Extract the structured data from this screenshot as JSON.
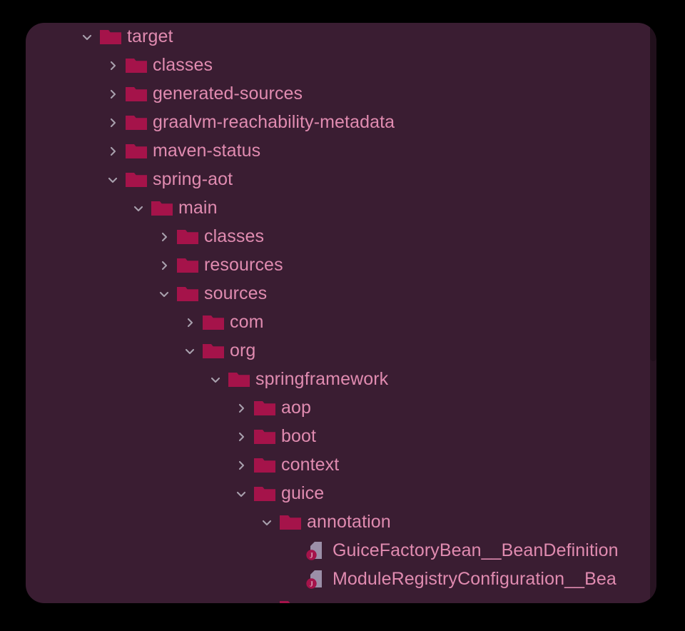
{
  "panel": {
    "name": "project-file-tree",
    "background_color": "#3a1d32",
    "page_background_color": "#000000",
    "folder_icon_color": "#a5134a",
    "text_color": "#e08bb0",
    "chevron_color": "#a8a0ad",
    "java_icon_page_color": "#9b8fa8",
    "java_icon_badge_color": "#a5134a",
    "java_icon_letter": "J"
  },
  "tree": {
    "rows": [
      {
        "label": "target",
        "depth": 0,
        "icon": "folder-icon",
        "state": "expanded"
      },
      {
        "label": "classes",
        "depth": 1,
        "icon": "folder-icon",
        "state": "collapsed"
      },
      {
        "label": "generated-sources",
        "depth": 1,
        "icon": "folder-icon",
        "state": "collapsed"
      },
      {
        "label": "graalvm-reachability-metadata",
        "depth": 1,
        "icon": "folder-icon",
        "state": "collapsed"
      },
      {
        "label": "maven-status",
        "depth": 1,
        "icon": "folder-icon",
        "state": "collapsed"
      },
      {
        "label": "spring-aot",
        "depth": 1,
        "icon": "folder-icon",
        "state": "expanded"
      },
      {
        "label": "main",
        "depth": 2,
        "icon": "folder-icon",
        "state": "expanded"
      },
      {
        "label": "classes",
        "depth": 3,
        "icon": "folder-icon",
        "state": "collapsed"
      },
      {
        "label": "resources",
        "depth": 3,
        "icon": "folder-icon",
        "state": "collapsed"
      },
      {
        "label": "sources",
        "depth": 3,
        "icon": "folder-icon",
        "state": "expanded"
      },
      {
        "label": "com",
        "depth": 4,
        "icon": "folder-icon",
        "state": "collapsed"
      },
      {
        "label": "org",
        "depth": 4,
        "icon": "folder-icon",
        "state": "expanded"
      },
      {
        "label": "springframework",
        "depth": 5,
        "icon": "folder-icon",
        "state": "expanded"
      },
      {
        "label": "aop",
        "depth": 6,
        "icon": "folder-icon",
        "state": "collapsed"
      },
      {
        "label": "boot",
        "depth": 6,
        "icon": "folder-icon",
        "state": "collapsed"
      },
      {
        "label": "context",
        "depth": 6,
        "icon": "folder-icon",
        "state": "collapsed"
      },
      {
        "label": "guice",
        "depth": 6,
        "icon": "folder-icon",
        "state": "expanded"
      },
      {
        "label": "annotation",
        "depth": 7,
        "icon": "folder-icon",
        "state": "expanded"
      },
      {
        "label": "GuiceFactoryBean__BeanDefinition",
        "depth": 8,
        "icon": "java-file-icon",
        "state": "leaf"
      },
      {
        "label": "ModuleRegistryConfiguration__Bea",
        "depth": 8,
        "icon": "java-file-icon",
        "state": "leaf"
      },
      {
        "label": "",
        "depth": 7,
        "icon": "folder-icon",
        "state": "expanded"
      }
    ]
  }
}
